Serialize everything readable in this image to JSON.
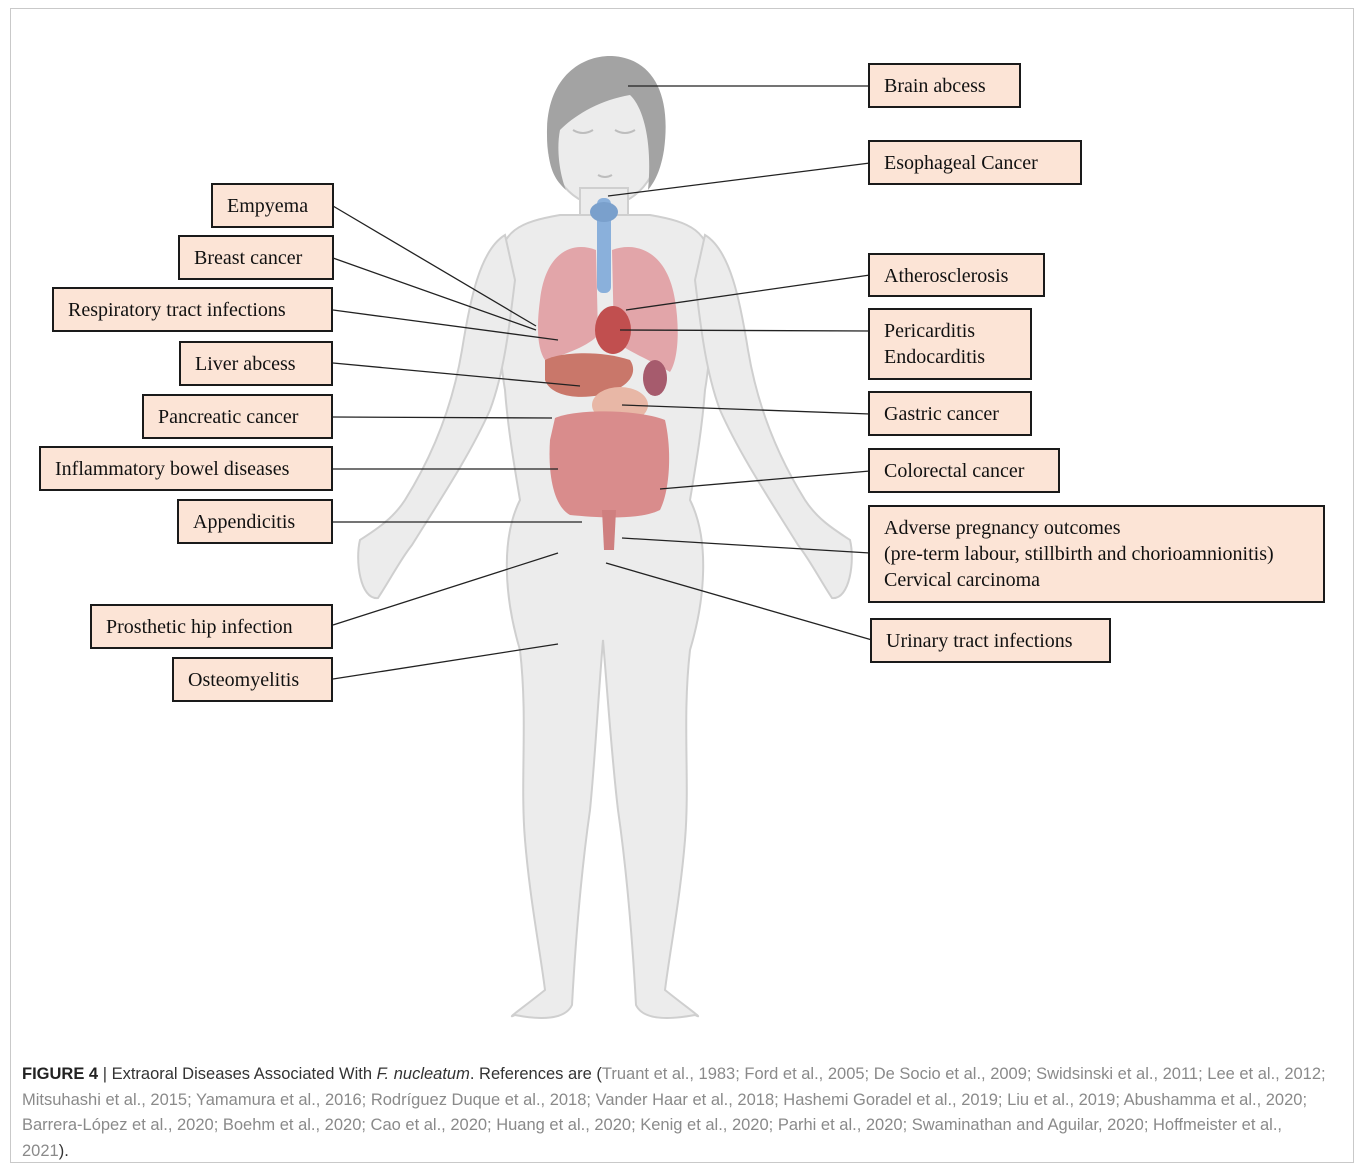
{
  "left_labels": [
    {
      "id": "empyema",
      "text": "Empyema"
    },
    {
      "id": "breast-cancer",
      "text": "Breast cancer"
    },
    {
      "id": "respiratory",
      "text": "Respiratory tract infections"
    },
    {
      "id": "liver-abcess",
      "text": "Liver abcess"
    },
    {
      "id": "pancreatic",
      "text": "Pancreatic cancer"
    },
    {
      "id": "ibd",
      "text": "Inflammatory bowel diseases"
    },
    {
      "id": "appendicitis",
      "text": "Appendicitis"
    },
    {
      "id": "hip",
      "text": "Prosthetic hip infection"
    },
    {
      "id": "osteomyelitis",
      "text": "Osteomyelitis"
    }
  ],
  "right_labels": [
    {
      "id": "brain",
      "lines": [
        "Brain abcess"
      ]
    },
    {
      "id": "esophageal",
      "lines": [
        "Esophageal Cancer"
      ]
    },
    {
      "id": "atherosclerosis",
      "lines": [
        "Atherosclerosis"
      ]
    },
    {
      "id": "cardio",
      "lines": [
        "Pericarditis",
        "Endocarditis"
      ]
    },
    {
      "id": "gastric",
      "lines": [
        "Gastric cancer"
      ]
    },
    {
      "id": "colorectal",
      "lines": [
        "Colorectal cancer"
      ]
    },
    {
      "id": "pregnancy",
      "lines": [
        "Adverse pregnancy outcomes",
        "(pre-term labour, stillbirth and chorioamnionitis)",
        "Cervical carcinoma"
      ]
    },
    {
      "id": "urinary",
      "lines": [
        "Urinary tract infections"
      ]
    }
  ],
  "caption": {
    "figure_number": "FIGURE 4",
    "separator": " | ",
    "title_pre": "Extraoral Diseases Associated With ",
    "title_italic": "F. nucleatum",
    "title_post": ". References are (",
    "references": "Truant et al., 1983; Ford et al., 2005; De Socio et al., 2009; Swidsinski et al., 2011; Lee et al., 2012; Mitsuhashi et al., 2015; Yamamura et al., 2016; Rodríguez Duque et al., 2018; Vander Haar et al., 2018; Hashemi Goradel et al., 2019; Liu et al., 2019; Abushamma et al., 2020; Barrera-López et al., 2020; Boehm et al., 2020; Cao et al., 2020; Huang et al., 2020; Kenig et al., 2020; Parhi et al., 2020; Swaminathan and Aguilar, 2020; Hoffmeister et al., 2021",
    "closing": ")."
  },
  "colors": {
    "label_fill": "#fce4d6",
    "body_fill": "#e9e9e9",
    "hair": "#9e9e9e",
    "organ": "#d98c8c"
  }
}
